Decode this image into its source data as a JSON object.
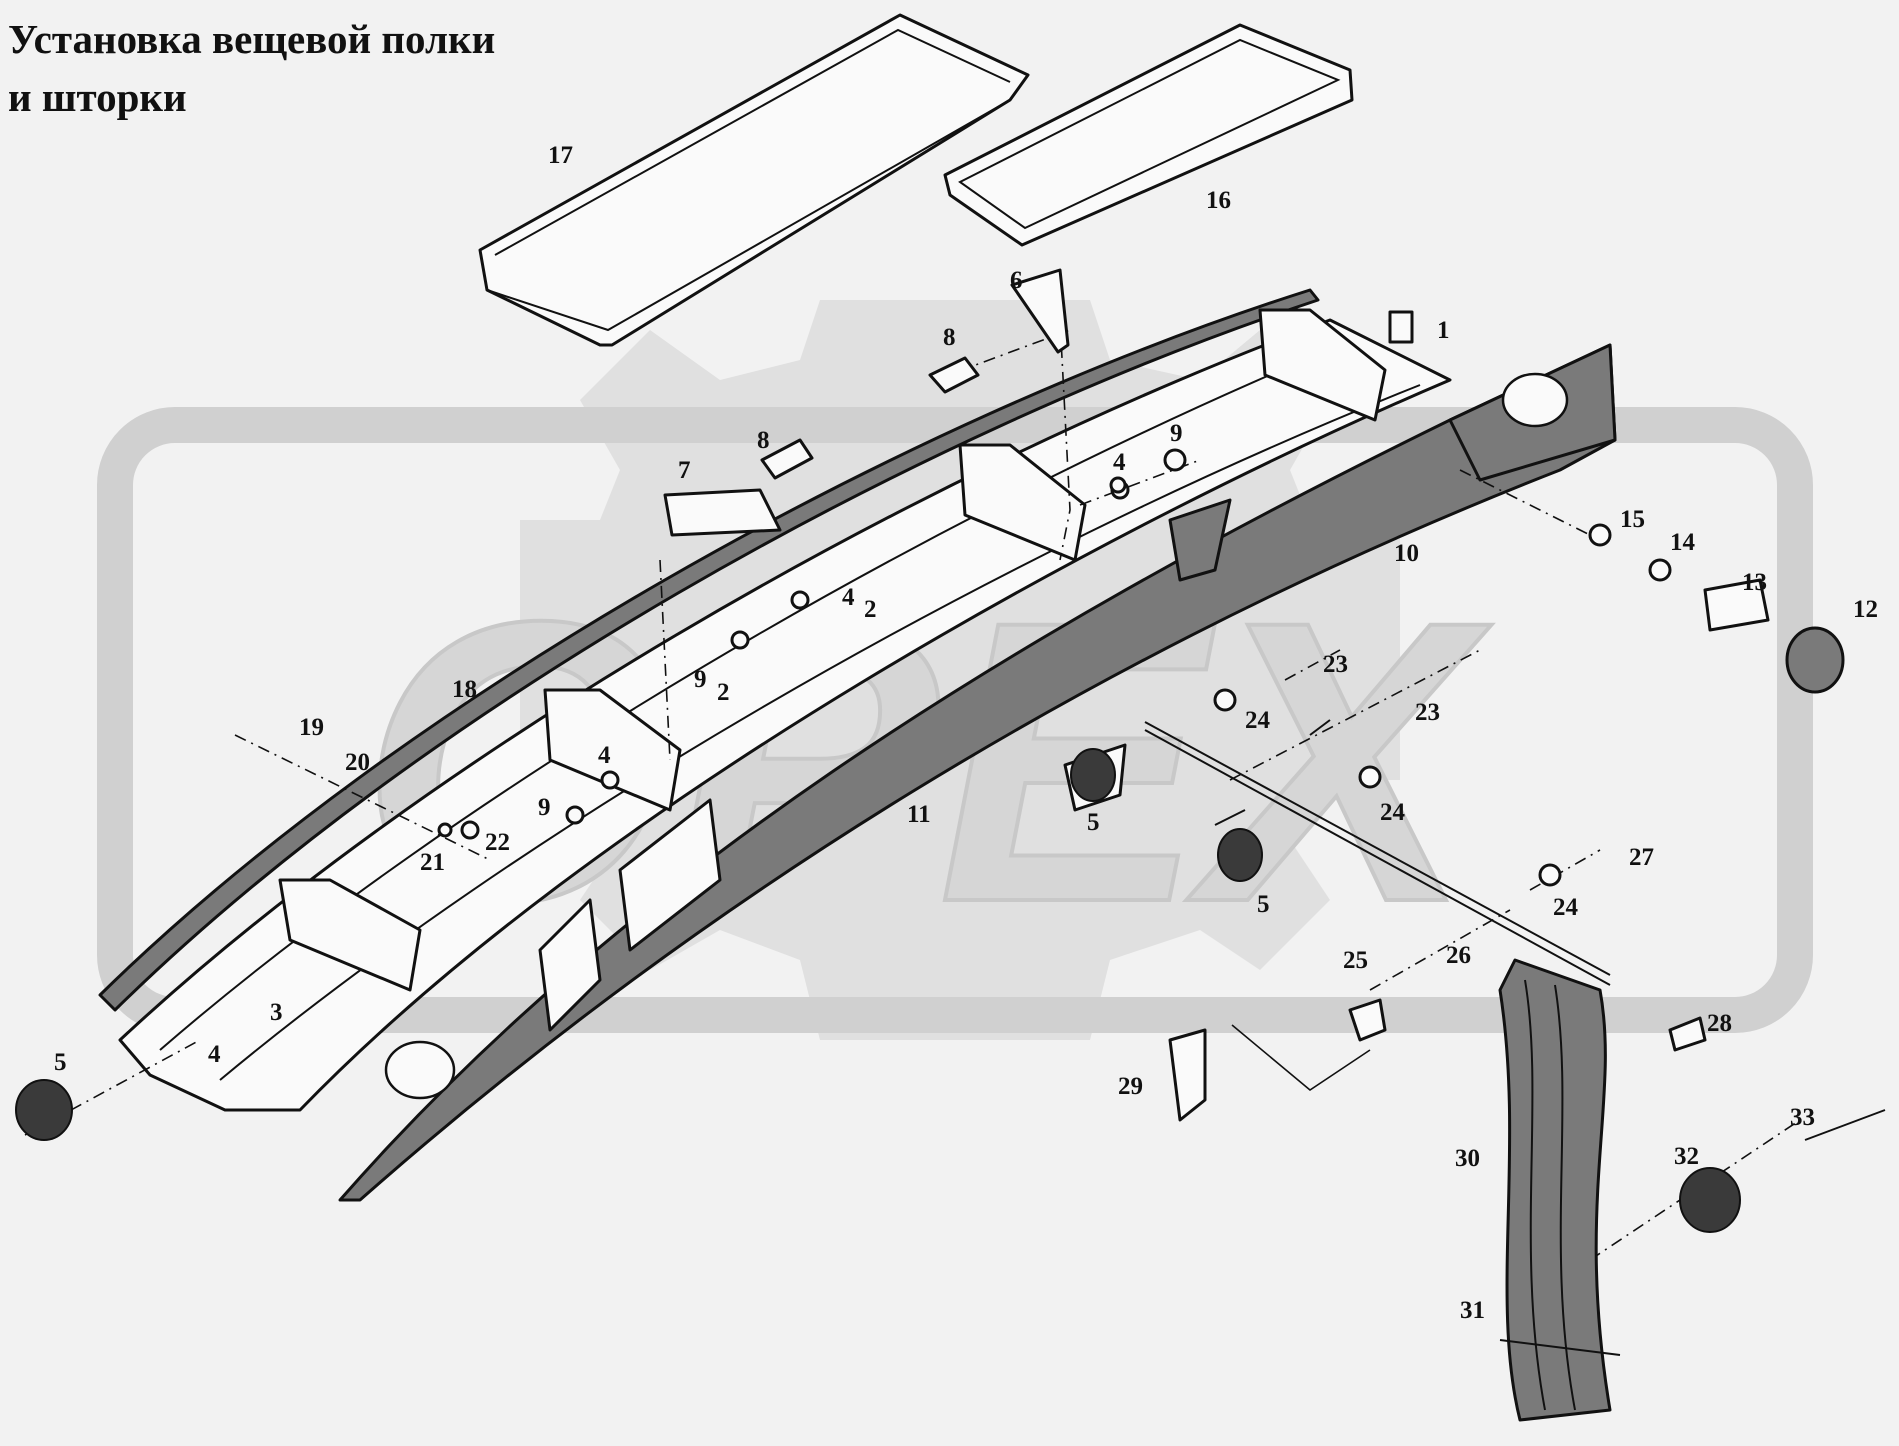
{
  "title": "Установка вещевой полки\nи шторки",
  "watermark": {
    "text": "ОРЕХ",
    "color": "#cfcfcf"
  },
  "callouts": {
    "p1": "1",
    "p2a": "2",
    "p2b": "2",
    "p3": "3",
    "p4a": "4",
    "p4b": "4",
    "p4c": "4",
    "p4d": "4",
    "p5a": "5",
    "p5b": "5",
    "p5c": "5",
    "p6": "6",
    "p7": "7",
    "p8a": "8",
    "p8b": "8",
    "p9a": "9",
    "p9b": "9",
    "p9c": "9",
    "p10": "10",
    "p11": "11",
    "p12": "12",
    "p13": "13",
    "p14": "14",
    "p15": "15",
    "p16": "16",
    "p17": "17",
    "p18": "18",
    "p19": "19",
    "p20": "20",
    "p21": "21",
    "p22": "22",
    "p23a": "23",
    "p23b": "23",
    "p24a": "24",
    "p24b": "24",
    "p24c": "24",
    "p25": "25",
    "p26": "26",
    "p27": "27",
    "p28": "28",
    "p29": "29",
    "p30": "30",
    "p31": "31",
    "p32": "32",
    "p33": "33"
  }
}
